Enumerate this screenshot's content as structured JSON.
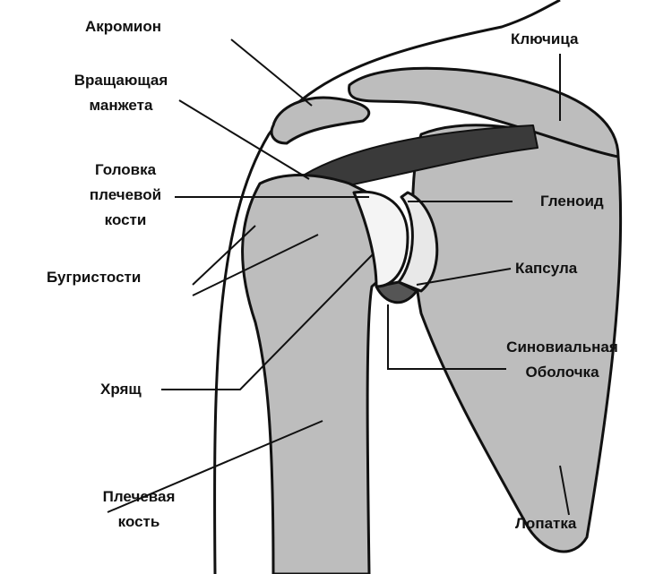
{
  "labels": {
    "acromion": "Акромион",
    "rotator_1": "Вращающая",
    "rotator_2": "манжета",
    "head_1": "Головка",
    "head_2": "плечевой",
    "head_3": "кости",
    "tuberosities": "Бугристости",
    "cartilage": "Хрящ",
    "humerus_1": "Плечевая",
    "humerus_2": "кость",
    "clavicle": "Ключица",
    "glenoid": "Гленоид",
    "capsule": "Капсула",
    "synovial_1": "Синовиальная",
    "synovial_2": "Оболочка",
    "scapula": "Лопатка"
  },
  "colors": {
    "bone": "#bdbdbd",
    "outline": "#111111",
    "cartilage": "#f2f2f2",
    "muscle": "#3a3a3a"
  }
}
